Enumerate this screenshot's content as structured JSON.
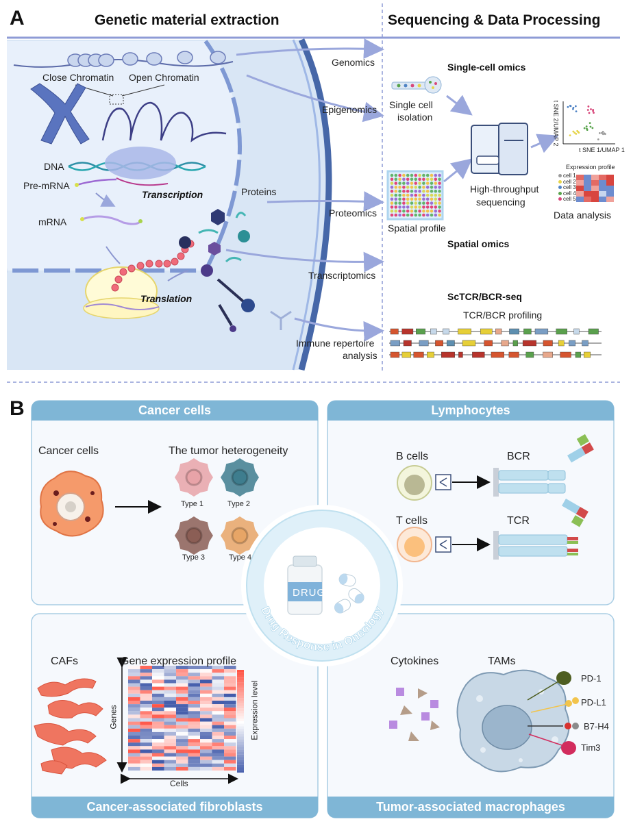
{
  "panelA": {
    "letter": "A",
    "left_header": "Genetic material extraction",
    "right_header": "Sequencing & Data Processing",
    "chromatin": {
      "close": "Close Chromatin",
      "open": "Open Chromatin"
    },
    "cell_labels": {
      "dna": "DNA",
      "pre_mrna": "Pre-mRNA",
      "mrna": "mRNA",
      "transcription": "Transcription",
      "translation": "Translation",
      "proteins": "Proteins"
    },
    "omics": {
      "genomics": "Genomics",
      "epigenomics": "Epigenomics",
      "proteomics": "Proteomics",
      "transcriptomics": "Transcriptomics",
      "immune_line1": "Immune repertoire",
      "immune_line2": "analysis"
    },
    "seq": {
      "single_cell_omics": "Single-cell omics",
      "single_cell_line1": "Single cell",
      "single_cell_line2": "isolation",
      "spatial_profile": "Spatial profile",
      "htseq_line1": "High-throughput",
      "htseq_line2": "sequencing",
      "spatial_omics": "Spatial omics",
      "data_analysis": "Data analysis",
      "expression_profile": "Expression profile",
      "tsne_x": "t SNE 1/UMAP 1",
      "tsne_y": "t SNE 2/UMAP 2",
      "cells": [
        "cell 1",
        "cell 2",
        "cell 3",
        "cell 4",
        "cell 5"
      ],
      "cell_colors": [
        "#9a9a9a",
        "#e6d44a",
        "#4f83c4",
        "#57a34b",
        "#d8477a"
      ],
      "sctcr": "ScTCR/BCR-seq",
      "tcr_profiling": "TCR/BCR profiling"
    }
  },
  "panelB": {
    "letter": "B",
    "quadrants": {
      "cancer": "Cancer cells",
      "lymph": "Lymphocytes",
      "caf": "Cancer-associated fibroblasts",
      "tam": "Tumor-associated macrophages"
    },
    "cancer": {
      "left_label": "Cancer cells",
      "heterogeneity": "The tumor heterogeneity",
      "types": [
        "Type 1",
        "Type 2",
        "Type 3",
        "Type 4"
      ],
      "type_colors": [
        "#e8a3a8",
        "#3e7d8e",
        "#8b5e55",
        "#e7a566"
      ]
    },
    "lymph": {
      "b_cells": "B cells",
      "bcr": "BCR",
      "t_cells": "T cells",
      "tcr": "TCR"
    },
    "center": {
      "drug": "DRUG",
      "ring_text": "Drug Response in Oncology"
    },
    "caf": {
      "cafs": "CAFs",
      "gep": "Gene expression profile",
      "genes": "Genes",
      "cells": "Cells",
      "expression_level": "Expression level"
    },
    "tam": {
      "cytokines": "Cytokines",
      "tams": "TAMs",
      "markers": [
        "PD-1",
        "PD-L1",
        "B7-H4",
        "Tim3"
      ],
      "marker_colors": [
        "#4e5e21",
        "#f2c44c",
        "#d7312f",
        "#d22c5d"
      ]
    }
  },
  "colors": {
    "quad_header": "#7fb6d6",
    "cell_fill": "#d9e6f5",
    "membrane": "#4667a8",
    "arrow": "#9aa7dc",
    "accent": "#3b5aa6"
  }
}
